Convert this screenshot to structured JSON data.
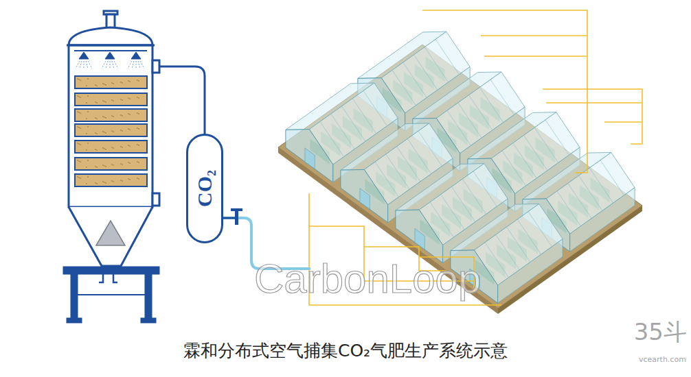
{
  "diagram": {
    "caption": "霖和分布式空气捕集CO₂气肥生产系统示意",
    "nodes": [
      {
        "text": [
          "CO₂"
        ]
      }
    ],
    "labels": [
      "CarbonLoop",
      "35斗",
      "vcearth.com"
    ]
  }
}
